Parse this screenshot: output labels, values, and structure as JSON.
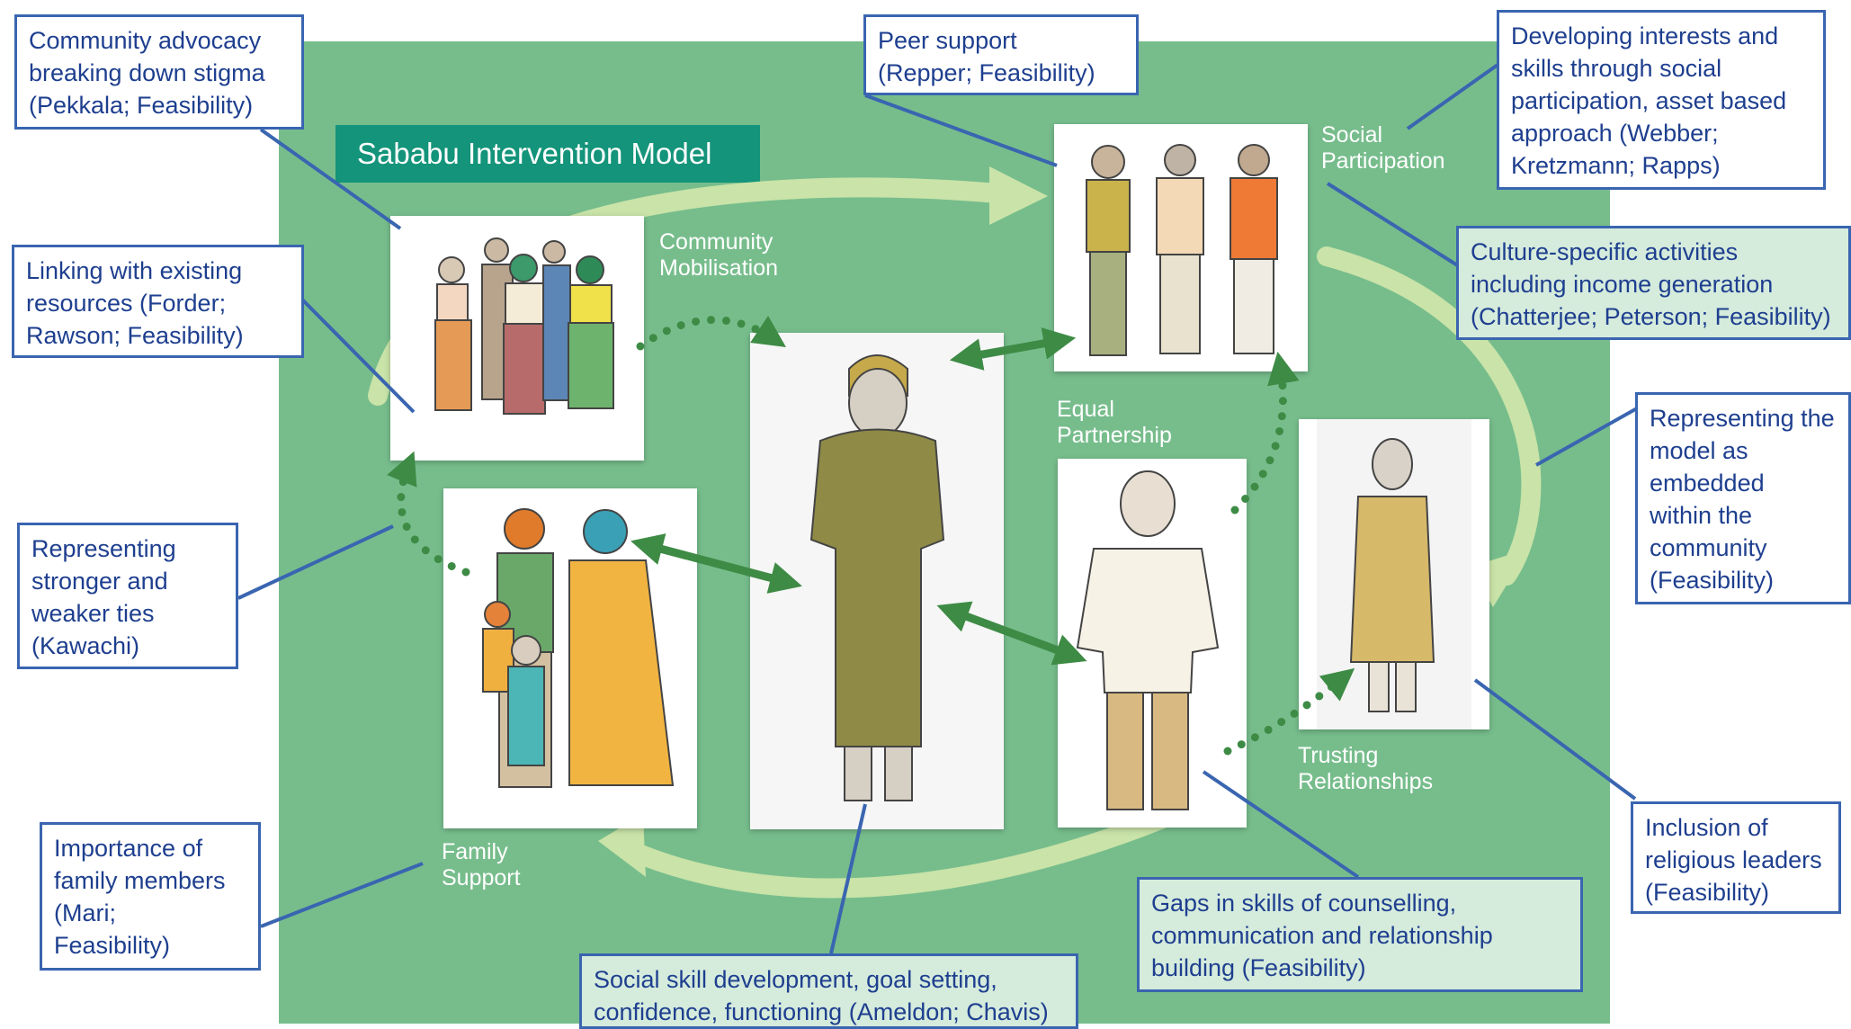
{
  "title": "Sababu Intervention Model",
  "colors": {
    "panel": "#77bd8c",
    "title_box": "#14947a",
    "cycle_arrow": "#c9e3a8",
    "link_arrow": "#3e8b45",
    "note_border": "#3a65b0",
    "note_text": "#1e3f8f"
  },
  "stages": {
    "community_mobilisation": "Community\nMobilisation",
    "social_participation": "Social\nParticipation",
    "equal_partnership": "Equal\nPartnership",
    "trusting_relationships": "Trusting\nRelationships",
    "family_support": "Family\nSupport"
  },
  "notes": {
    "community_advocacy": "Community advocacy\nbreaking down stigma\n(Pekkala; Feasibility)",
    "peer_support": "Peer support\n(Repper; Feasibility)",
    "developing_interests": "Developing interests and\nskills through social\nparticipation, asset based\napproach (Webber;\nKretzmann; Rapps)",
    "linking_resources": "Linking with existing\nresources (Forder;\nRawson; Feasibility)",
    "culture_specific": "Culture-specific activities\nincluding income generation\n(Chatterjee; Peterson; Feasibility)",
    "representing_embedded": "Representing the\nmodel as\nembedded\nwithin the\ncommunity\n(Feasibility)",
    "stronger_weaker_ties": "Representing\nstronger and\nweaker ties\n(Kawachi)",
    "family_members": "Importance of\nfamily members\n(Mari;\nFeasibility)",
    "religious_leaders": "Inclusion of\nreligious leaders\n(Feasibility)",
    "counselling_gaps": "Gaps in skills of counselling,\ncommunication and relationship\nbuilding (Feasibility)",
    "social_skill_development": "Social skill development, goal setting,\nconfidence, functioning (Ameldon; Chavis)"
  },
  "illustrations": [
    "community-group-sketch",
    "peer-group-sketch",
    "central-woman-sketch",
    "family-group-sketch",
    "counsellor-man-sketch",
    "religious-leader-sketch"
  ]
}
